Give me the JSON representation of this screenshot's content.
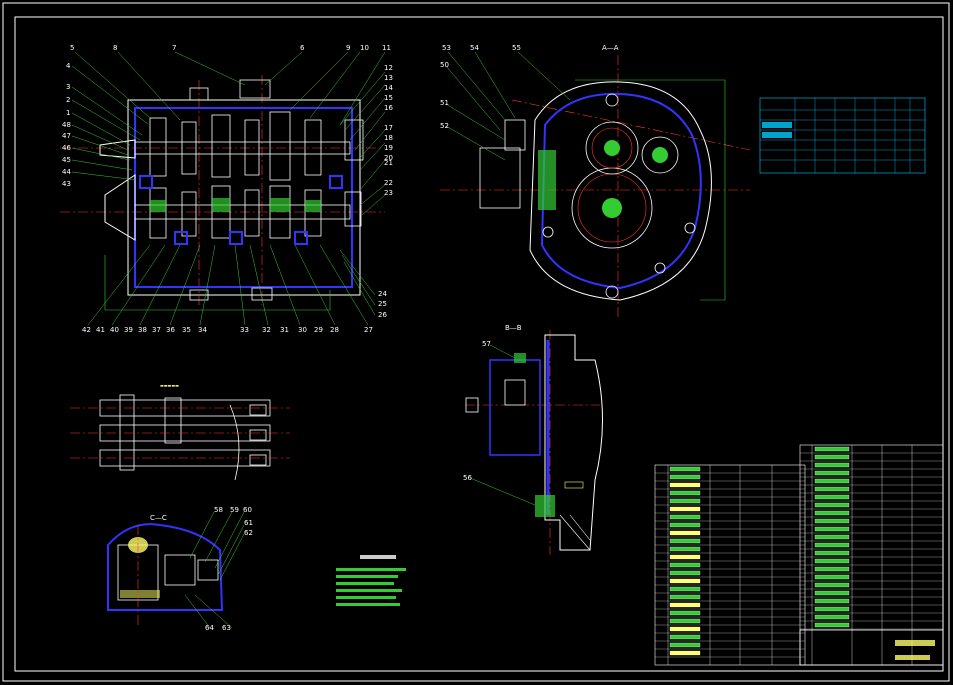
{
  "colors": {
    "background": "#000000",
    "line": "#ffffff",
    "highlight": "#3333ff",
    "fill_green": "#33cc33",
    "table_green": "#33cc33",
    "center_line": "#ff3333",
    "text_yellow": "#ffff66",
    "cyan": "#00ccff"
  },
  "section_labels": {
    "aa": "A—A",
    "bb": "B—B",
    "cc": "C—C"
  },
  "callouts": {
    "top": [
      "5",
      "8",
      "7",
      "6",
      "9",
      "10",
      "11"
    ],
    "left": [
      "4",
      "3",
      "2",
      "1",
      "48",
      "47",
      "46",
      "45",
      "44",
      "43"
    ],
    "right": [
      "12",
      "13",
      "14",
      "15",
      "16",
      "17",
      "18",
      "19",
      "20",
      "21",
      "22",
      "23"
    ],
    "bottom": [
      "42",
      "41",
      "40",
      "39",
      "38",
      "37",
      "36",
      "35",
      "34",
      "33",
      "32",
      "31",
      "30",
      "29",
      "28",
      "27",
      "26",
      "25",
      "24"
    ],
    "side_view": [
      "53",
      "54",
      "55",
      "51",
      "50",
      "52"
    ],
    "bb_view": [
      "57",
      "56"
    ],
    "cc_view": [
      "58",
      "59",
      "60",
      "61",
      "62",
      "64",
      "63"
    ]
  },
  "section_c_label": "C—C"
}
